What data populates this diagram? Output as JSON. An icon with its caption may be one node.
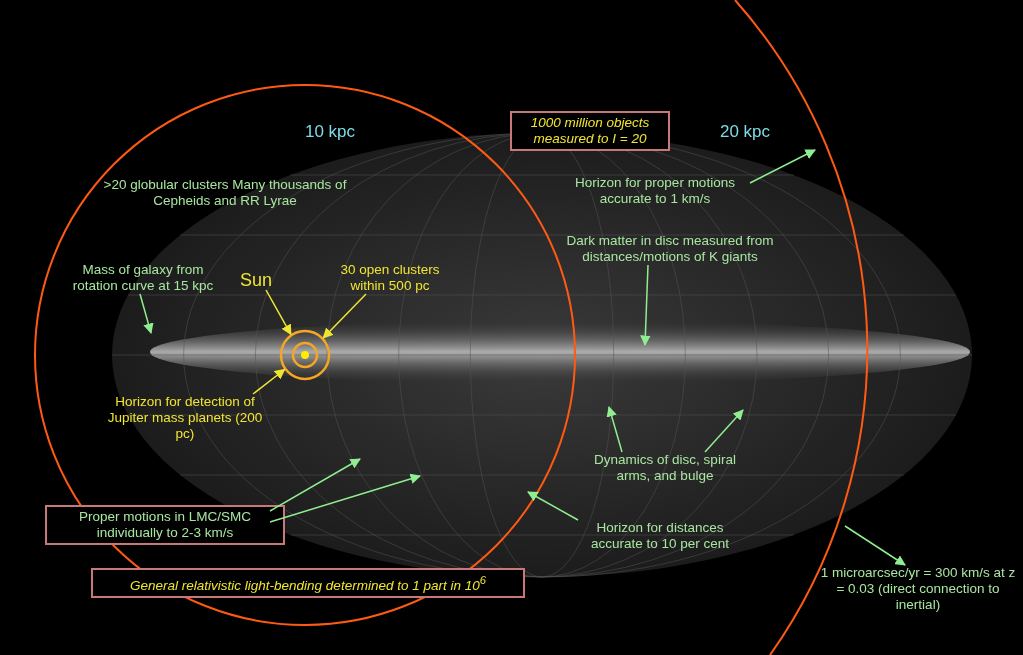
{
  "diagram": {
    "nodes": [
      {
        "text": [
          "1000 million objects measured to I = 20"
        ]
      },
      {
        "text": [
          "Horizon for proper motions accurate to 1 km/s"
        ]
      },
      {
        "text": [
          "Dark matter in disc measured from distances/motions of K giants"
        ]
      },
      {
        "text": [
          "Mass of galaxy from rotation curve at 15 kpc"
        ]
      },
      {
        "text": [
          "Sun"
        ]
      },
      {
        "text": [
          "30 open clusters within 500 pc"
        ]
      },
      {
        "text": [],
        "shape": "circle"
      },
      {
        "text": [
          "Horizon for detection of Jupiter mass planets (200 pc)"
        ]
      },
      {
        "text": [
          "Dynamics of disc, spiral arms, and bulge"
        ]
      },
      {
        "text": [
          "Proper motions in LMC/SMC individually to 2-3 km/s"
        ]
      },
      {
        "text": [
          "Horizon for distances accurate to 10 per cent"
        ]
      },
      {
        "text": [
          "General relativistic light-bending determined to 1 part in 10$^{6}$"
        ]
      },
      {
        "text": [
          "1 microarcsec/yr = 300 km/s at z = 0.03 (direct connection to inertial)"
        ]
      }
    ],
    "edges": [
      {
        "from": 1,
        "to": null,
        "arrow": "to"
      },
      {
        "from": 2,
        "to": null,
        "arrow": "to"
      },
      {
        "from": 3,
        "to": null,
        "arrow": "to"
      },
      {
        "from": 4,
        "to": 6,
        "arrow": "to",
        "color": "#f0e630"
      },
      {
        "from": 5,
        "to": 6,
        "arrow": "to",
        "color": "#f0e630"
      },
      {
        "from": 7,
        "to": 6,
        "arrow": "to",
        "color": "#f0e630"
      },
      {
        "from": 8,
        "to": null,
        "arrow": "to"
      },
      {
        "from": 8,
        "to": null,
        "arrow": "to"
      },
      {
        "from": 9,
        "to": null,
        "arrow": "to"
      },
      {
        "from": 9,
        "to": null,
        "arrow": "to"
      },
      {
        "from": 10,
        "to": null,
        "arrow": "to"
      },
      {
        "from": null,
        "to": 12,
        "arrow": "to"
      }
    ],
    "labels": [
      "10 kpc",
      "20 kpc",
      ">20 globular clusters Many thousands of Cepheids and RR Lyrae"
    ]
  }
}
